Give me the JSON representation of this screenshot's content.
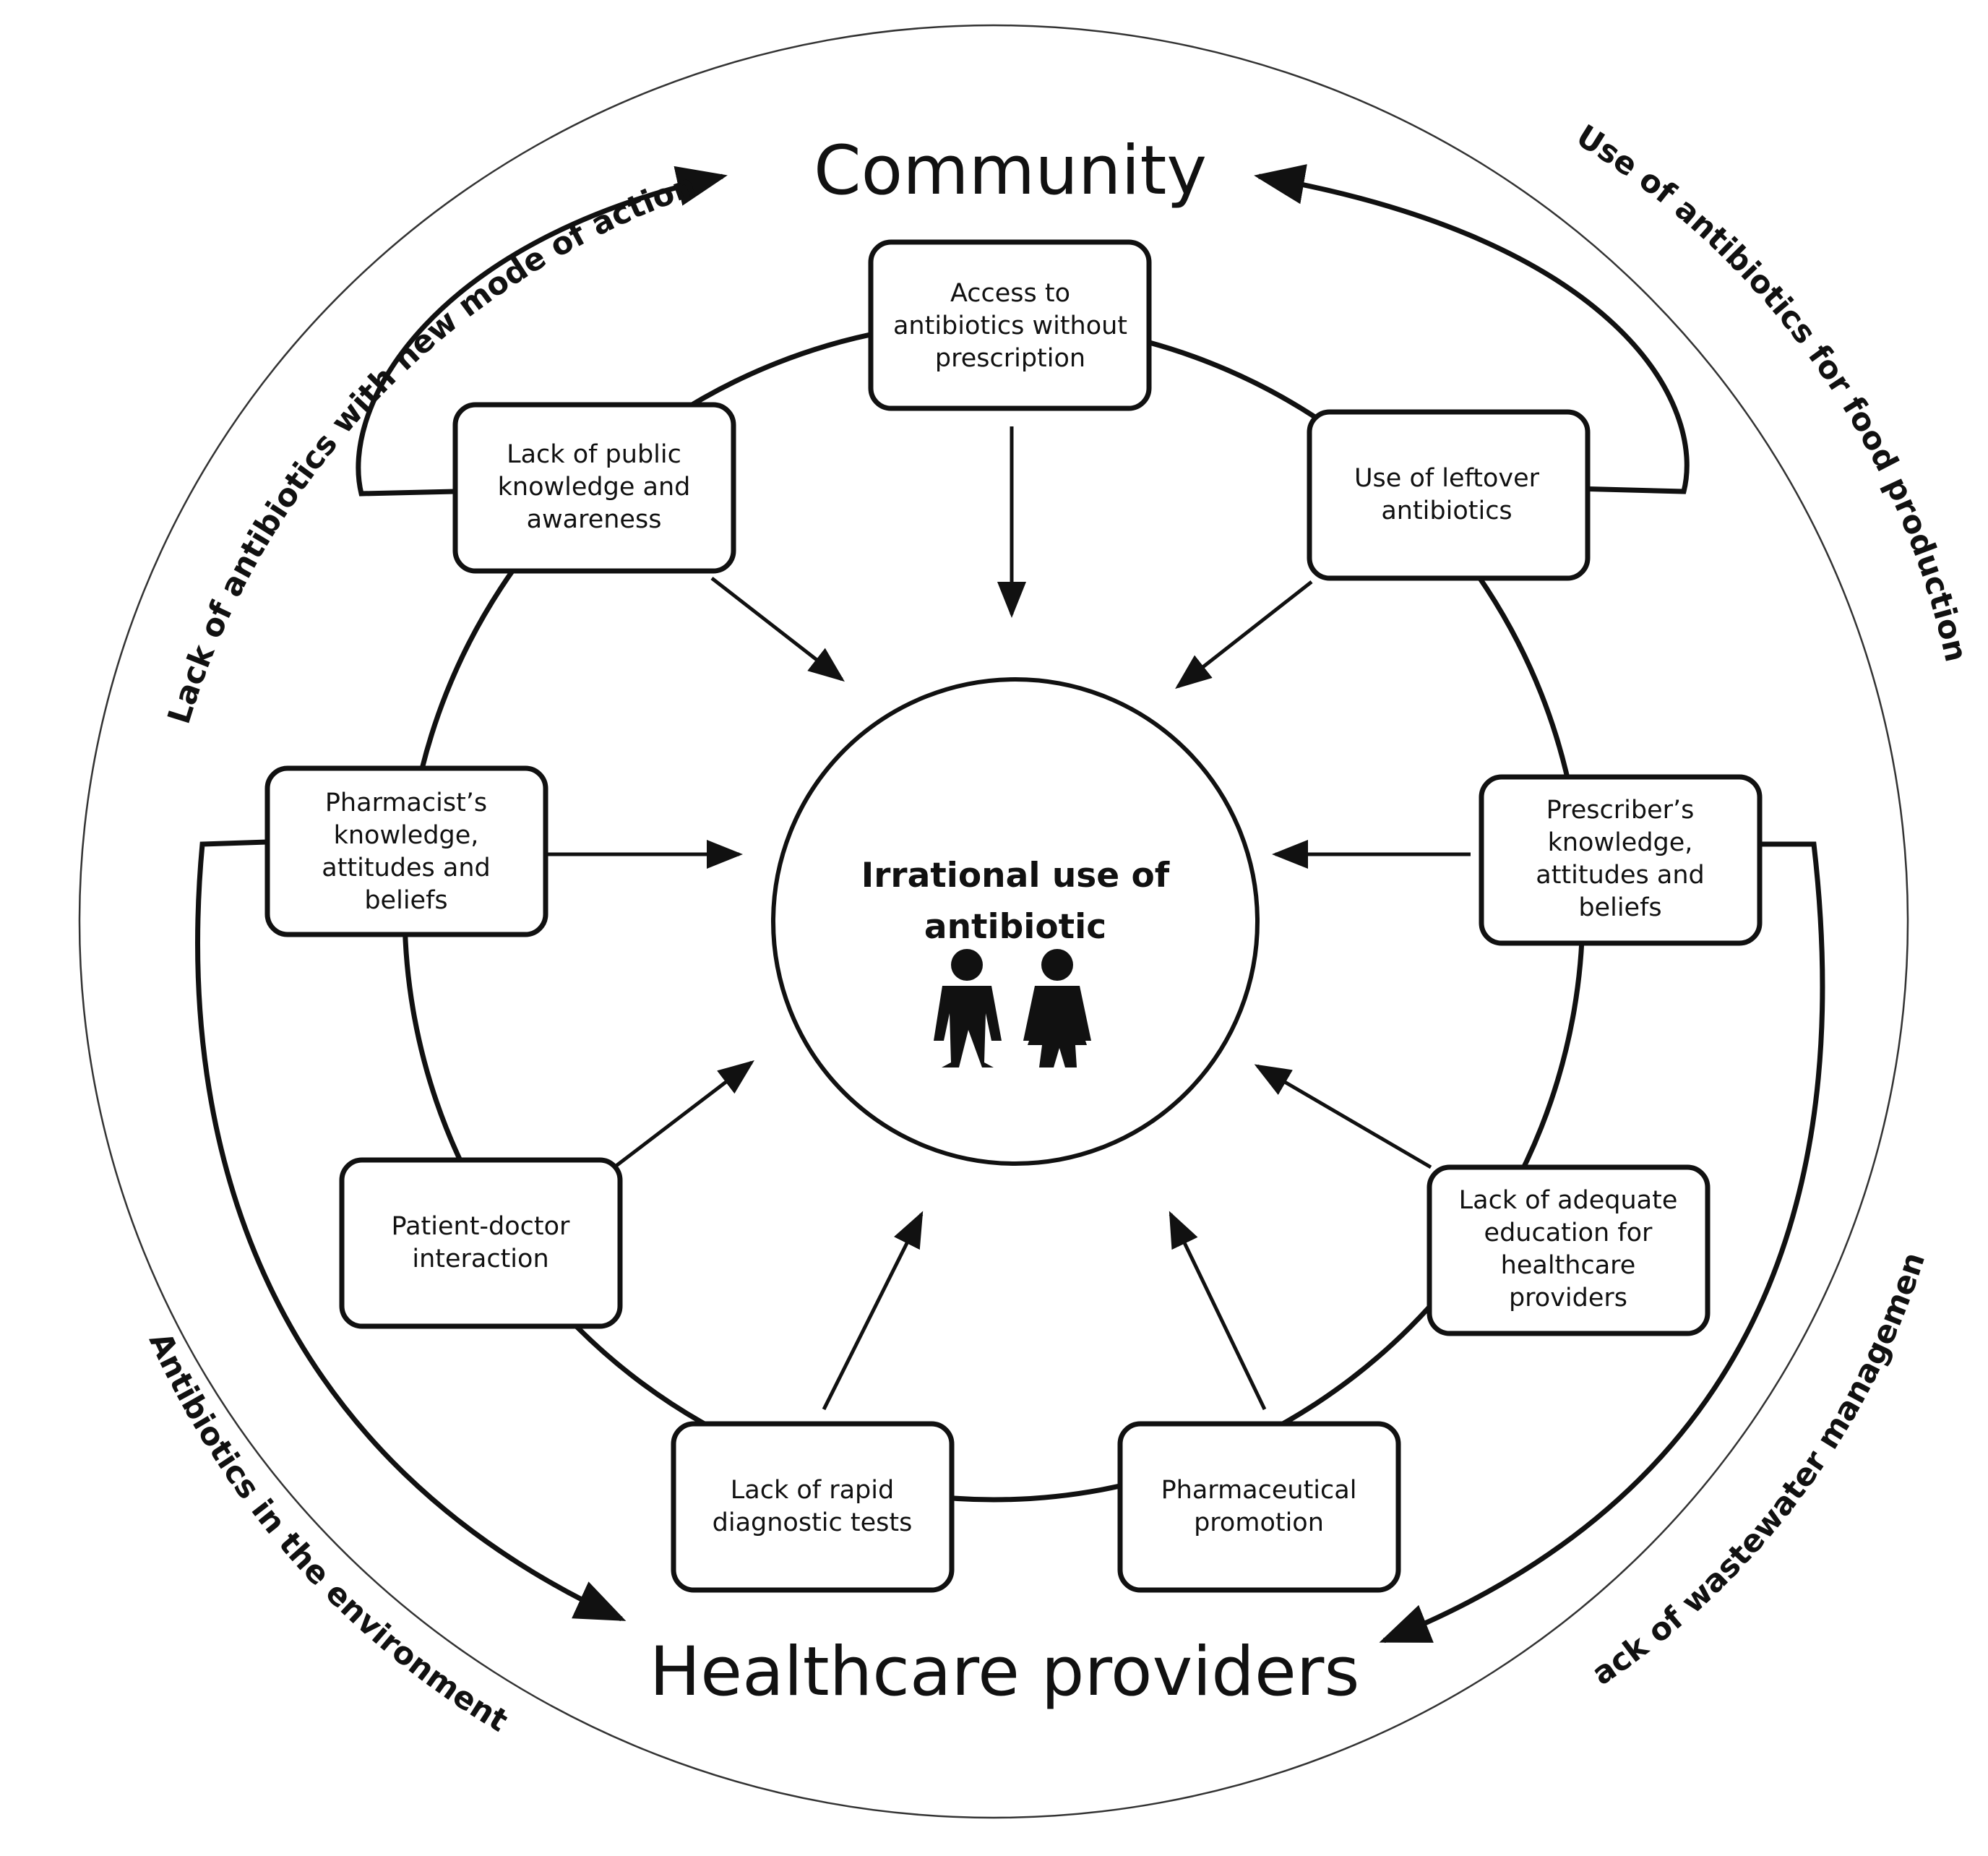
{
  "center": {
    "title_lines": [
      "Irrational use of",
      "antibiotic"
    ],
    "icon": "people-icon"
  },
  "groups": {
    "top": "Community",
    "bottom": "Healthcare providers"
  },
  "factors": [
    {
      "id": "access",
      "lines": [
        "Access to",
        "antibiotics without",
        "prescription"
      ]
    },
    {
      "id": "public-knowledge",
      "lines": [
        "Lack of public",
        "knowledge and",
        "awareness"
      ]
    },
    {
      "id": "leftover",
      "lines": [
        "Use of leftover",
        "antibiotics"
      ]
    },
    {
      "id": "pharmacist",
      "lines": [
        "Pharmacist’s",
        "knowledge,",
        "attitudes and",
        "beliefs"
      ]
    },
    {
      "id": "prescriber",
      "lines": [
        "Prescriber’s",
        "knowledge,",
        "attitudes and",
        "beliefs"
      ]
    },
    {
      "id": "patient-doctor",
      "lines": [
        "Patient-doctor",
        "interaction"
      ]
    },
    {
      "id": "education",
      "lines": [
        "Lack of adequate",
        "education for",
        "healthcare",
        "providers"
      ]
    },
    {
      "id": "diagnostic",
      "lines": [
        "Lack of rapid",
        "diagnostic tests"
      ]
    },
    {
      "id": "promotion",
      "lines": [
        "Pharmaceutical",
        "promotion"
      ]
    }
  ],
  "outer_labels": [
    {
      "id": "new-mode",
      "text": "Lack of antibiotics with new mode of action"
    },
    {
      "id": "food",
      "text": "Use of antibiotics for food production"
    },
    {
      "id": "environment",
      "text": "Antibiotics in the environment"
    },
    {
      "id": "wastewater",
      "text": "Lack of wastewater management"
    }
  ]
}
